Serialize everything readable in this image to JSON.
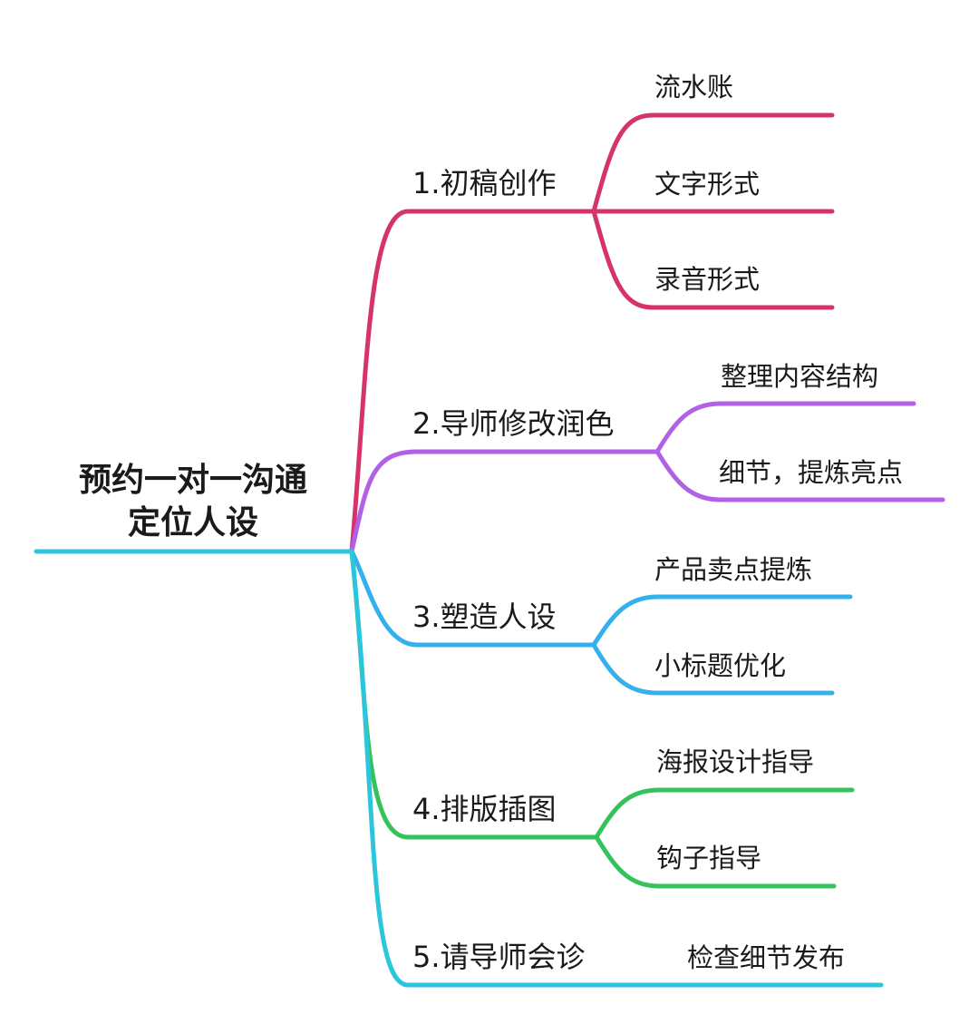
{
  "root": {
    "line1": "预约一对一沟通",
    "line2": "定位人设",
    "color": "#2cc6dc"
  },
  "branches": [
    {
      "label": "1.初稿创作",
      "color": "#d6336c",
      "children": [
        "流水账",
        "文字形式",
        "录音形式"
      ]
    },
    {
      "label": "2.导师修改润色",
      "color": "#b061e6",
      "children": [
        "整理内容结构",
        "细节，提炼亮点"
      ]
    },
    {
      "label": "3.塑造人设",
      "color": "#34b0ec",
      "children": [
        "产品卖点提炼",
        "小标题优化"
      ]
    },
    {
      "label": "4.排版插图",
      "color": "#35c25a",
      "children": [
        "海报设计指导",
        "钩子指导"
      ]
    },
    {
      "label": "5.请导师会诊",
      "color": "#2cc6dc",
      "children": [
        "检查细节发布"
      ]
    }
  ]
}
